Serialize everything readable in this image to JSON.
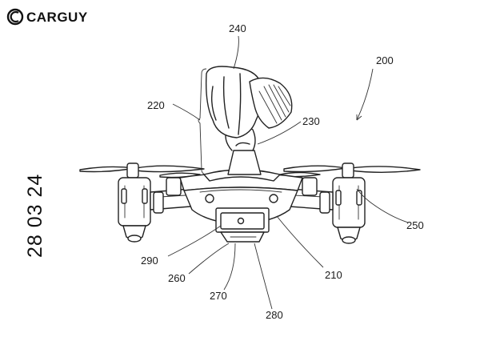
{
  "logo": {
    "brand": "CARGUY",
    "brand_prefix": "CAR",
    "brand_suffix": "GUY",
    "icon": "circle-c-icon"
  },
  "date_stamp": "28 03 24",
  "reference_labels": {
    "r200": "200",
    "r210": "210",
    "r220": "220",
    "r230": "230",
    "r240": "240",
    "r250": "250",
    "r260": "260",
    "r270": "270",
    "r280": "280",
    "r290": "290"
  }
}
